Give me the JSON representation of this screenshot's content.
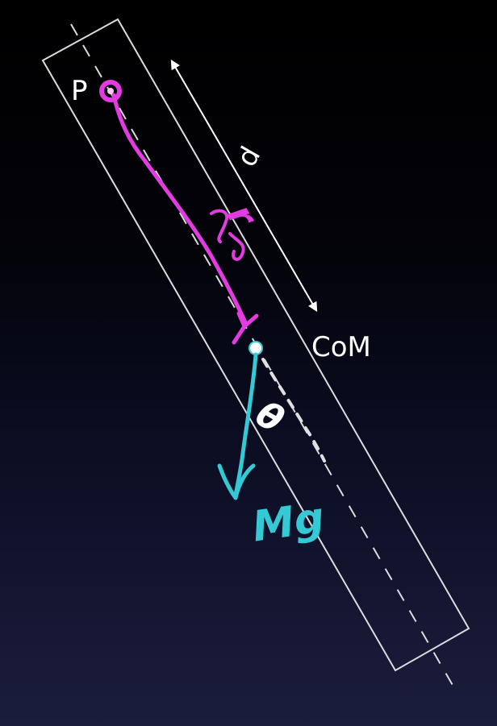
{
  "labels": {
    "pivot": "P",
    "center_of_mass": "CoM",
    "distance": "d",
    "force": "Mg",
    "angle": "θ",
    "vector_r": "r"
  },
  "colors": {
    "background_top": "#000000",
    "background_bottom": "#1b1d3d",
    "outline": "#e8e8e8",
    "magenta": "#e23ce0",
    "cyan": "#35c9d6",
    "text": "#ffffff"
  }
}
